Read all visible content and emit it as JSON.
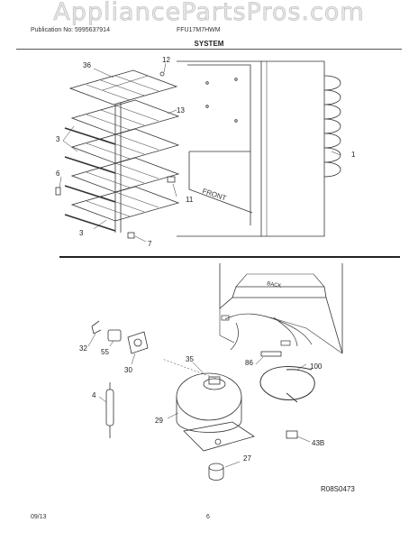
{
  "watermark": "AppliancePartsPros.com",
  "header": {
    "publication": "Publication No: 5995637914",
    "model": "FFU17M7HWM"
  },
  "section_title": "SYSTEM",
  "labels": {
    "front": "FRONT",
    "back": "BACK"
  },
  "callouts": {
    "c36": "36",
    "c12": "12",
    "c13": "13",
    "c3a": "3",
    "c6": "6",
    "c3b": "3",
    "c11": "11",
    "c7": "7",
    "c1": "1",
    "c32": "32",
    "c55": "55",
    "c30": "30",
    "c35": "35",
    "c86": "86",
    "c100": "100",
    "c4": "4",
    "c29": "29",
    "c43b": "43B",
    "c27": "27"
  },
  "drawing_number": "R08S0473",
  "footer": {
    "date": "09/13",
    "page": "6"
  }
}
